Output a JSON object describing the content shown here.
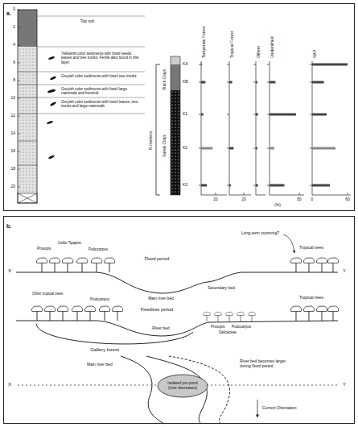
{
  "diagram": {
    "nodes": [
      {
        "text": [
          "a."
        ]
      },
      {
        "text": [
          "b."
        ]
      },
      {
        "text": [
          "Isolated pro-pond (river decreases)"
        ],
        "in": 1
      }
    ],
    "labels": [
      "0",
      "2",
      "4",
      "6",
      "8",
      "10",
      "12",
      "14",
      "16",
      "18",
      "20",
      "Top soil",
      "Yellowish color sediments with fossil seeds, leaves and tree trunks. Fertile also found in this layer.",
      "Greyish color sediments with fossil tree trunks",
      "Greyish color sediments with fossil large mammals and hominid",
      "Greyish color sediments with fossil leaves, tree trunks and large mammals",
      "8 meters",
      "Black Clays",
      "Sandy Clays",
      "KA",
      "KB",
      "K1",
      "K2",
      "K3",
      "Temperate Forest",
      "Tropical Forest",
      "Others",
      "Unidentified",
      "NAP",
      "20",
      "20",
      "(%)",
      "50",
      "0",
      "60",
      "Flood period",
      "Main river bed",
      "Secondary bed",
      "Long-term incoming?",
      "Tropical trees",
      "Prosopis",
      "Celtis Tipapira",
      "Podocarpus",
      "Fleedless period",
      "Other tropical trees",
      "Podocarpus",
      "Tropical trees",
      "Prosopis",
      "Podocarpus",
      "Salicaceae",
      "River bed",
      "Gallery forest",
      "Main river bed",
      "River bed becomes larger during flood period",
      "X",
      "Y",
      "X",
      "Y",
      "Current Orientation"
    ]
  }
}
